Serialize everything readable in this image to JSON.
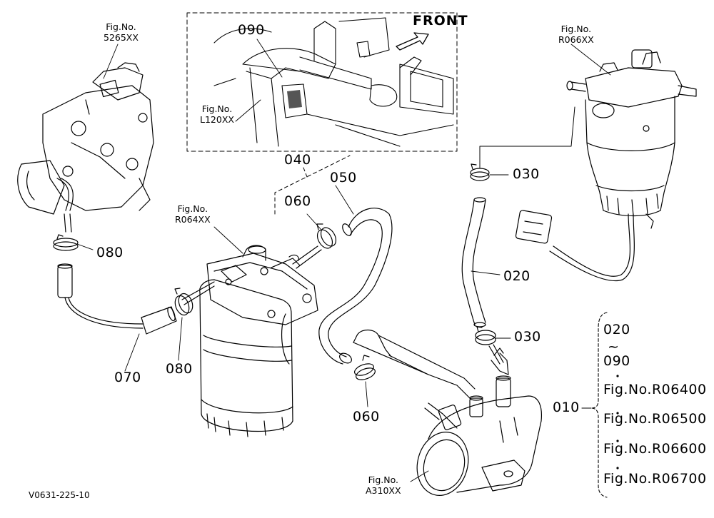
{
  "callouts": {
    "c090": "090",
    "c040": "040",
    "c050": "050",
    "c060_top": "060",
    "c060_bottom": "060",
    "c030_top": "030",
    "c030_bottom": "030",
    "c020": "020",
    "c080_left": "080",
    "c080_bottom": "080",
    "c070": "070",
    "c010": "010"
  },
  "figure_refs": {
    "fig_5265": {
      "line1": "Fig.No.",
      "line2": "5265XX"
    },
    "fig_r066": {
      "line1": "Fig.No.",
      "line2": "R066XX"
    },
    "fig_l120": {
      "line1": "Fig.No.",
      "line2": "L120XX"
    },
    "fig_r064": {
      "line1": "Fig.No.",
      "line2": "R064XX"
    },
    "fig_a310": {
      "line1": "Fig.No.",
      "line2": "A310XX"
    }
  },
  "front_label": "FRONT",
  "assembly_bracket": {
    "range_start": "020",
    "range_tilde": "~",
    "range_end": "090",
    "refs": [
      "Fig.No.R06400",
      "Fig.No.R06500",
      "Fig.No.R06600",
      "Fig.No.R06700"
    ]
  },
  "footer_code": "V0631-225-10"
}
